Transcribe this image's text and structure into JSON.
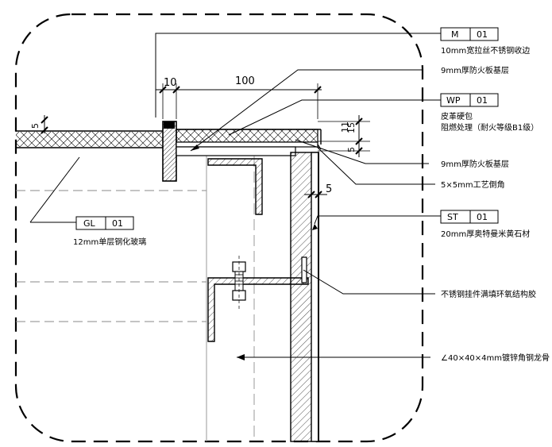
{
  "tags": {
    "m": {
      "code": "M",
      "num": "01",
      "desc": "10mm宽拉丝不锈钢收边"
    },
    "wp": {
      "code": "WP",
      "num": "01",
      "desc1": "皮革硬包",
      "desc2": "阻燃处理（耐火等级B1级）"
    },
    "st": {
      "code": "ST",
      "num": "01",
      "desc": "20mm厚奥特曼米黄石材"
    },
    "gl": {
      "code": "GL",
      "num": "01",
      "desc": "12mm单层钢化玻璃"
    }
  },
  "notes": {
    "fireboard_1": "9mm厚防火板基层",
    "fireboard_2": "9mm厚防火板基层",
    "chamfer": "5×5mm工艺倒角",
    "adhesive": "不锈钢挂件满填环氧结构胶",
    "angle_steel": "∠40×40×4mm镀锌角钢龙骨"
  },
  "dims": {
    "d10": "10",
    "d100": "100",
    "d5_left": "5",
    "d5_gap": "5",
    "d15": "15",
    "d5_right": "5",
    "d11": "11"
  }
}
